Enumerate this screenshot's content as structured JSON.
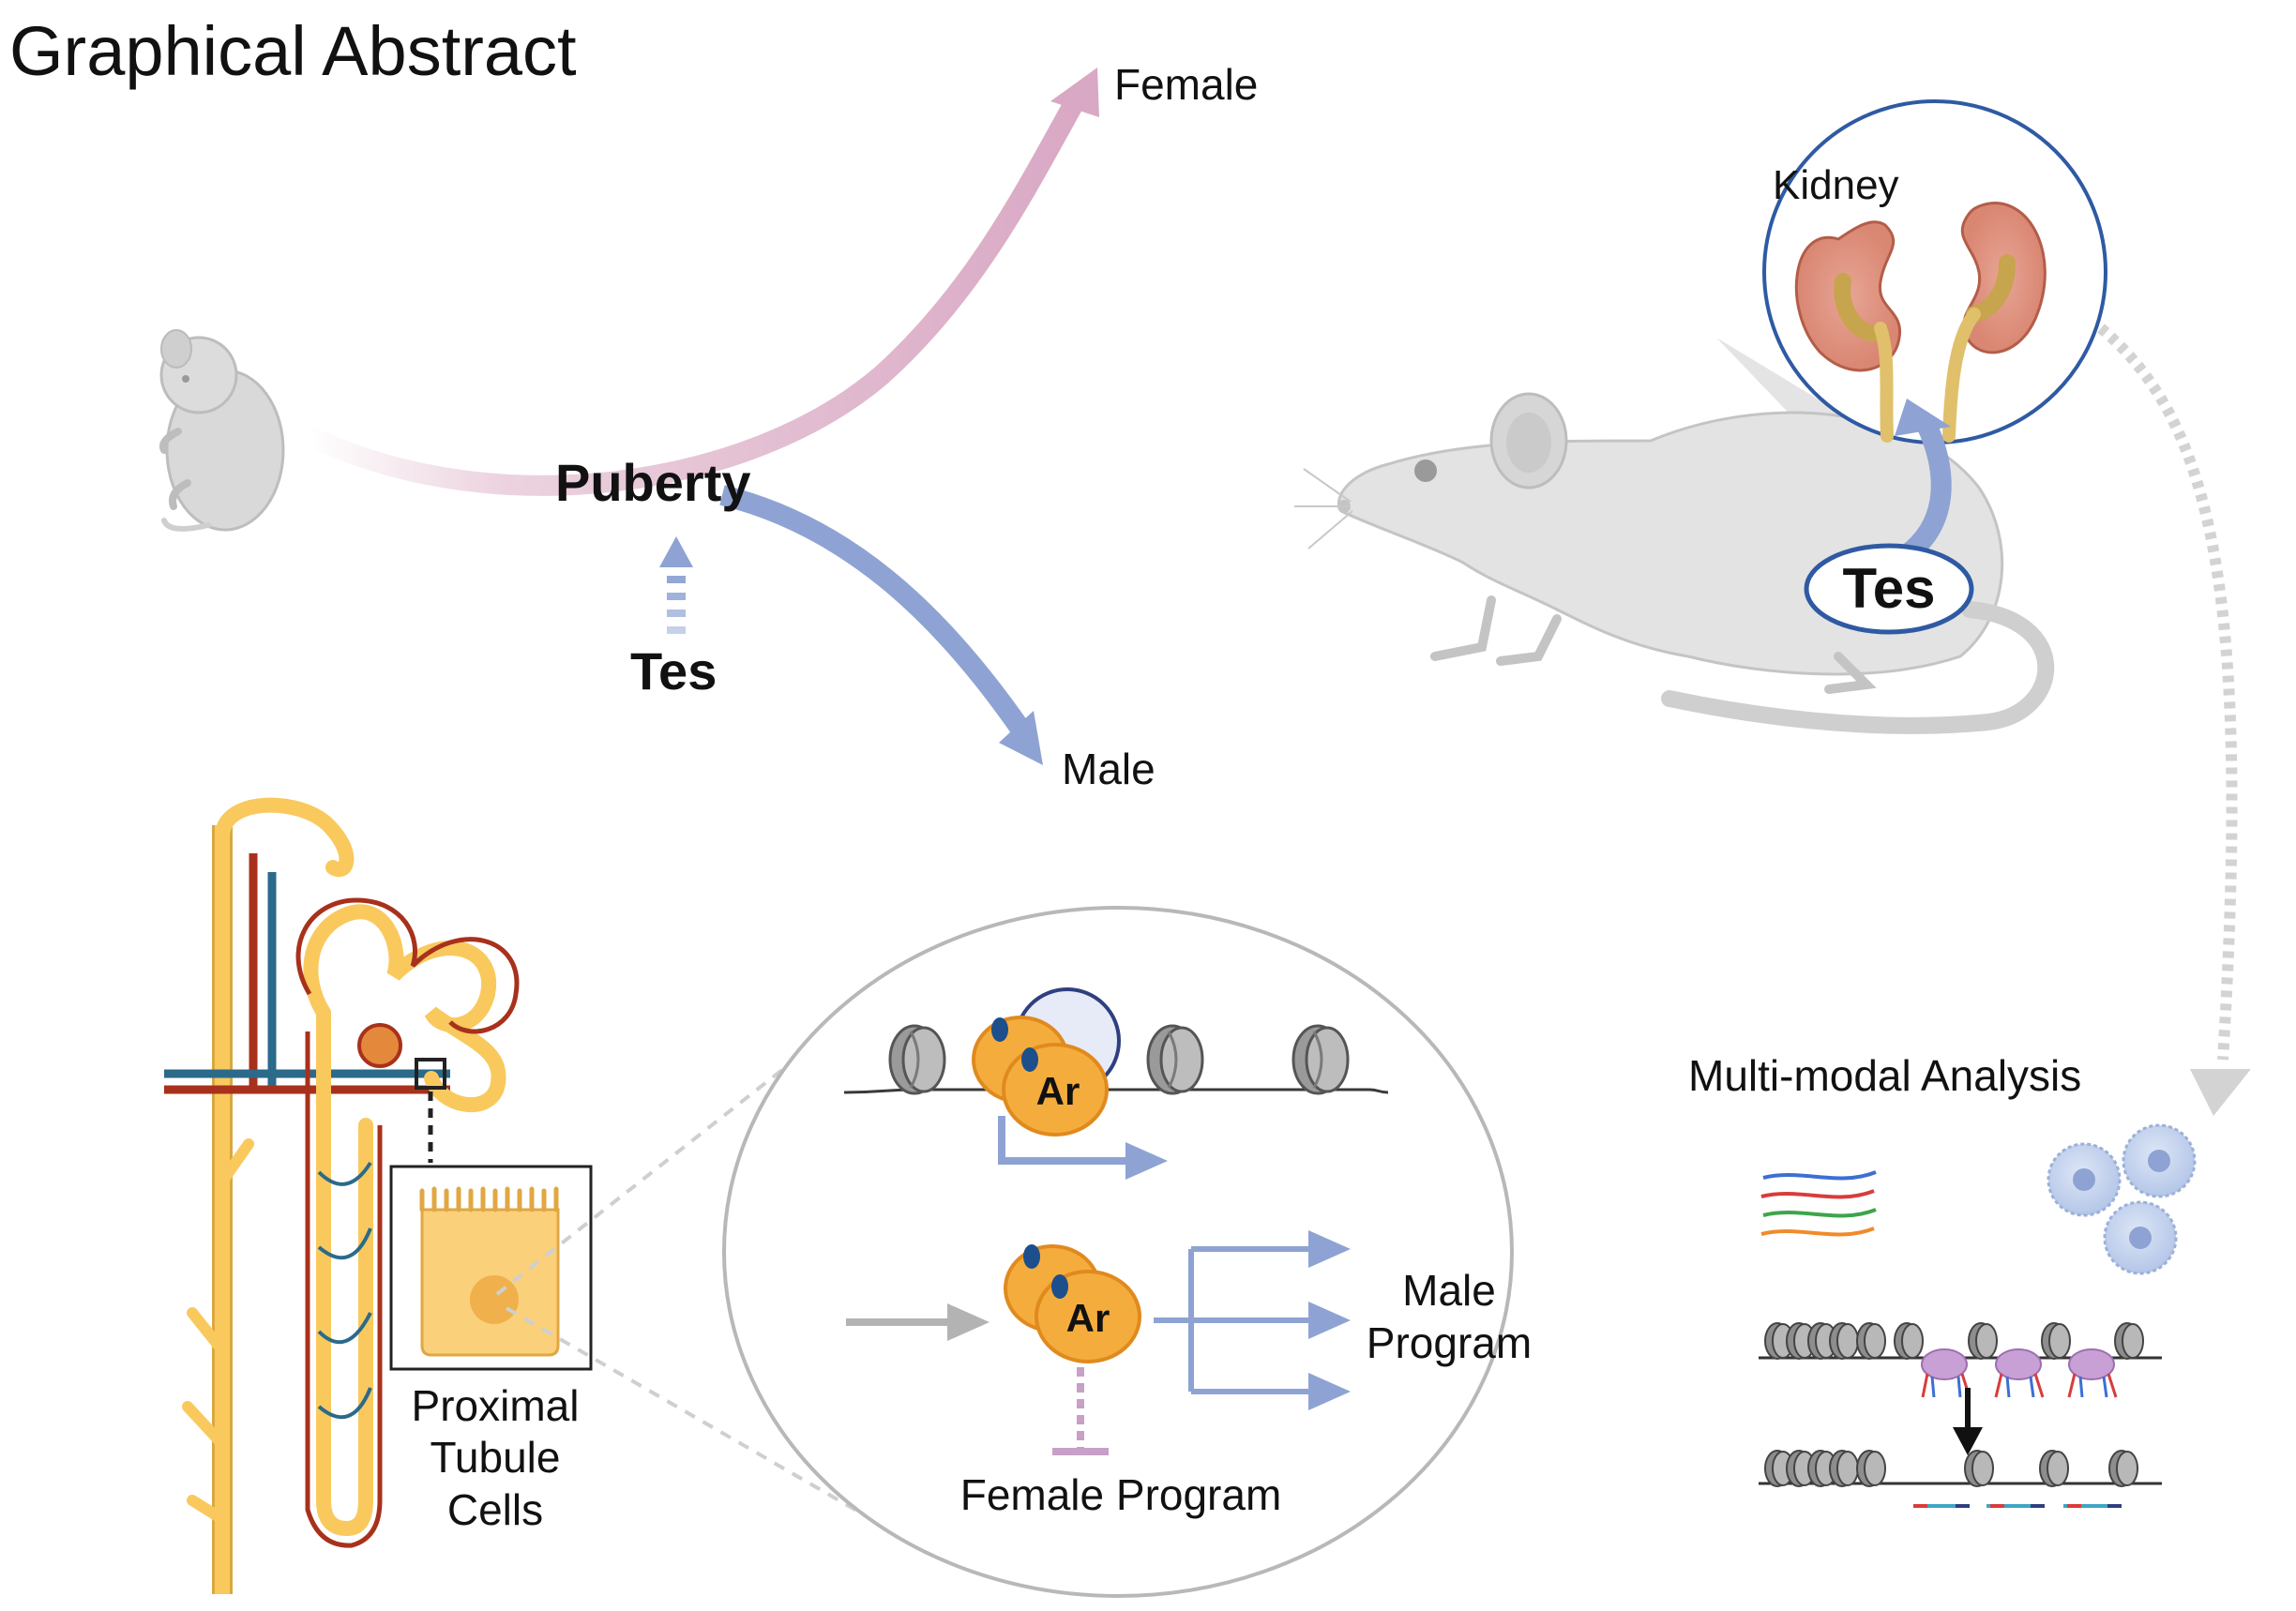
{
  "title": "Graphical Abstract",
  "trajectory": {
    "center_label": "Puberty",
    "female_label": "Female",
    "male_label": "Male",
    "driver_label": "Tes"
  },
  "mouse_panel": {
    "organ_label": "Kidney",
    "hormone_label": "Tes"
  },
  "nephron_panel": {
    "cell_label_line1": "Proximal",
    "cell_label_line2": "Tubule",
    "cell_label_line3": "Cells"
  },
  "mechanism_panel": {
    "receptor_label_top": "Ar",
    "receptor_label_bottom": "Ar",
    "male_program_line1": "Male",
    "male_program_line2": "Program",
    "female_program": "Female Program"
  },
  "analysis_panel": {
    "title": "Multi-modal Analysis"
  },
  "colors": {
    "female_pink": "#d9a8c4",
    "male_blue": "#8ea3d3",
    "receptor_orange": "#f4ad3d",
    "tubule_yellow": "#f9c95e",
    "vessel_red": "#a8311c",
    "vessel_blue": "#2b6a8a",
    "outline_blue": "#2f5aa3"
  }
}
